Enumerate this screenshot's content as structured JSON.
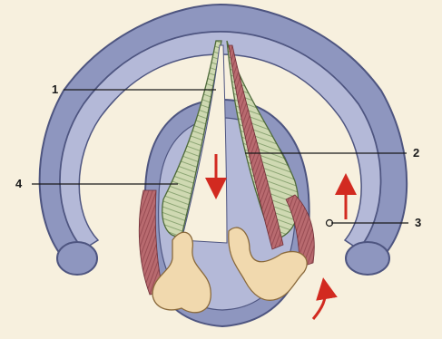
{
  "labels": {
    "one": "1",
    "two": "2",
    "three": "3",
    "four": "4"
  },
  "colors": {
    "background": "#f7f0de",
    "cartilage_blue": "#8e96bf",
    "cartilage_blue_light": "#b4b9d8",
    "outline": "#4e5580",
    "vocal_fold_green": "#cfd9b2",
    "muscle_red": "#b86a6f",
    "arytenoid_cream": "#f1d9ae",
    "arrow_red": "#d22a20",
    "leader_line": "#1a1a1a"
  },
  "arrows": {
    "glottis_direction": "down",
    "right_muscle_direction": "up",
    "arytenoid_rotation": "curved-up"
  }
}
